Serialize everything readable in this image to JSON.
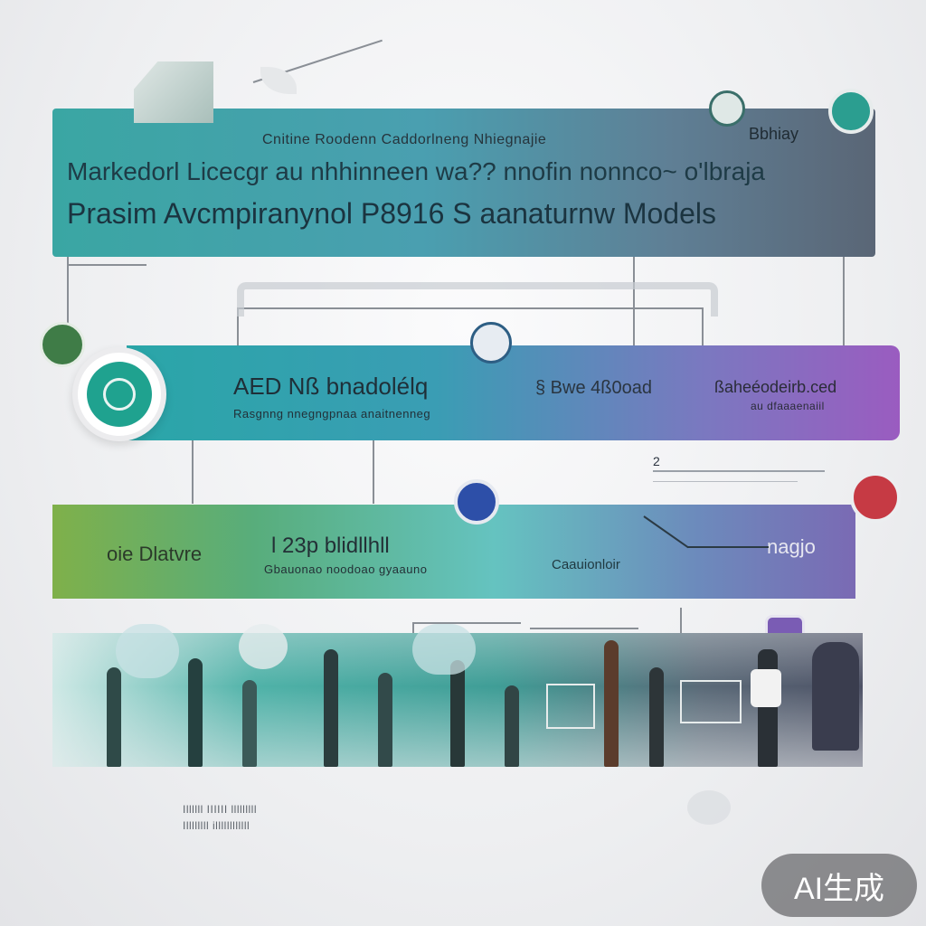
{
  "band1": {
    "subtitle": "Cnitine Roodenn Caddorlneng Nhiegnajie",
    "tag": "Bbhiay",
    "line1": "Markedorl Licecgr au nhhinneen wa?? nnofin nonnco~ o'lbraja",
    "line2": "Prasim Avcmpiranynol P8916 S aanaturnw Models"
  },
  "band2": {
    "title": "AED Nß bnadolélq",
    "caption": "Rasgnng nnegngpnaa anaitnenneg",
    "mid": "§ Bwe 4ß0oad",
    "right_title": "ßaheéodeirb.ced",
    "right_caption": "au dfaaaenaiil"
  },
  "band3": {
    "label": "oie Dlatvre",
    "title": "l 23p blidllhll",
    "caption": "Gbauonao noodoao gyaauno",
    "mid_label": "Caauionloir",
    "right_label": "nagjo"
  },
  "marker_number": "2",
  "footer_captions": [
    "Illllll IIIIII lllllllll",
    "Illllllll illllllllllll"
  ],
  "watermark": "AI生成",
  "colors": {
    "teal": "#3aa6a3",
    "purple": "#9a5cc0",
    "green": "#7fb04a",
    "slate": "#5a6676"
  }
}
